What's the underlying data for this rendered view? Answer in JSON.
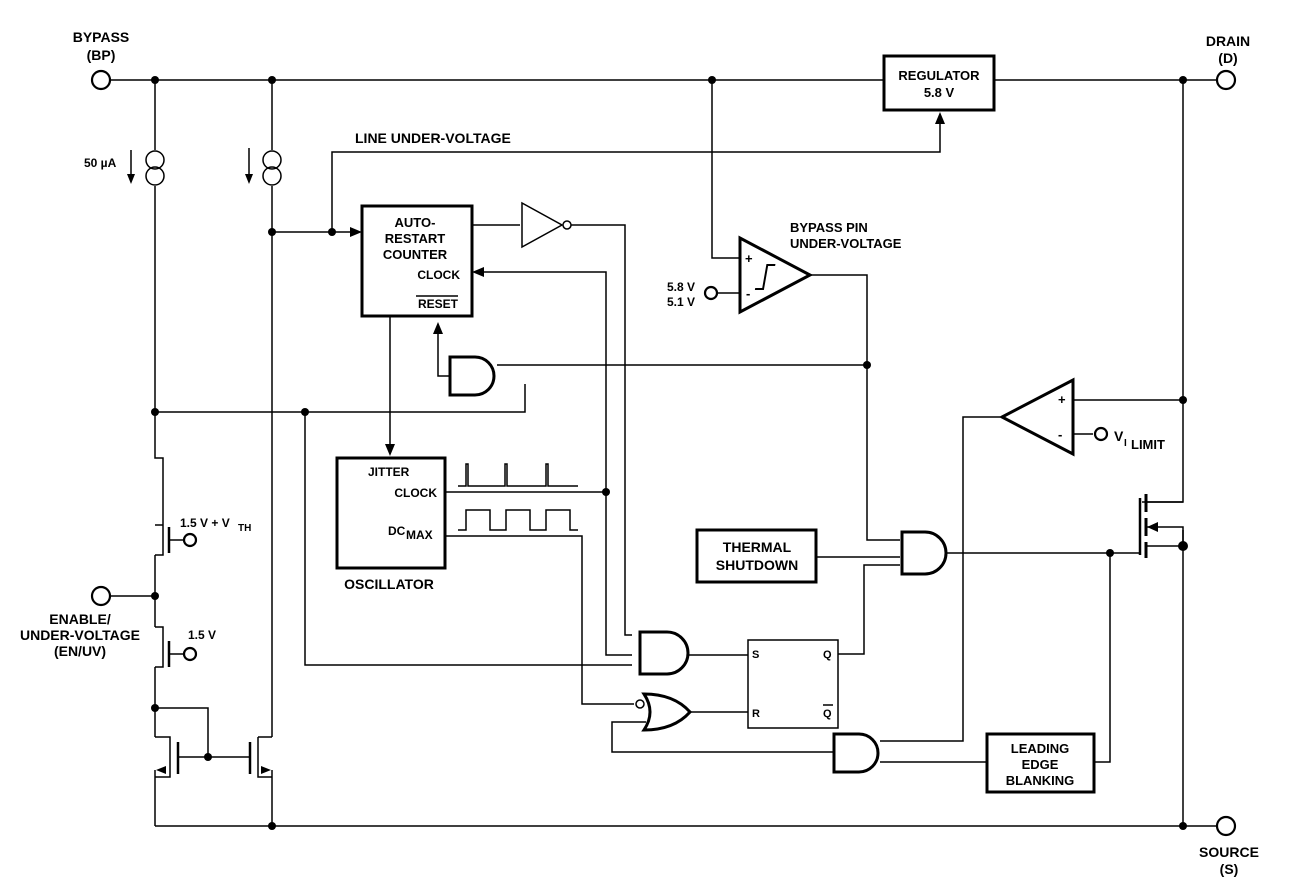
{
  "pins": {
    "bypass": {
      "line1": "BYPASS",
      "line2": "(BP)"
    },
    "drain": {
      "line1": "DRAIN",
      "line2": "(D)"
    },
    "source": {
      "line1": "SOURCE",
      "line2": "(S)"
    },
    "enable": {
      "line1": "ENABLE/",
      "line2": "UNDER-VOLTAGE",
      "line3": "(EN/UV)"
    }
  },
  "blocks": {
    "regulator": {
      "line1": "REGULATOR",
      "line2": "5.8 V"
    },
    "auto_restart": {
      "line1": "AUTO-",
      "line2": "RESTART",
      "line3": "COUNTER",
      "clock": "CLOCK",
      "reset": "RESET"
    },
    "oscillator": {
      "jitter": "JITTER",
      "clock": "CLOCK",
      "dc": "DC",
      "dc_sub": "MAX",
      "label": "OSCILLATOR"
    },
    "thermal": {
      "line1": "THERMAL",
      "line2": "SHUTDOWN"
    },
    "leb": {
      "line1": "LEADING",
      "line2": "EDGE",
      "line3": "BLANKING"
    },
    "flipflop": {
      "s": "S",
      "q": "Q",
      "r": "R",
      "qbar": "Q"
    }
  },
  "labels": {
    "line_uv": "LINE UNDER-VOLTAGE",
    "bypass_uv_1": "BYPASS PIN",
    "bypass_uv_2": "UNDER-VOLTAGE",
    "v58": "5.8 V",
    "v51": "5.1 V",
    "current": "50 µA",
    "v15vth": "1.5 V + V",
    "v15vth_sub": "TH",
    "v15": "1.5 V",
    "vilimit": "V",
    "vilimit_sub": "I",
    "vilimit_sub2": "LIMIT",
    "plus": "+",
    "minus": "-"
  }
}
